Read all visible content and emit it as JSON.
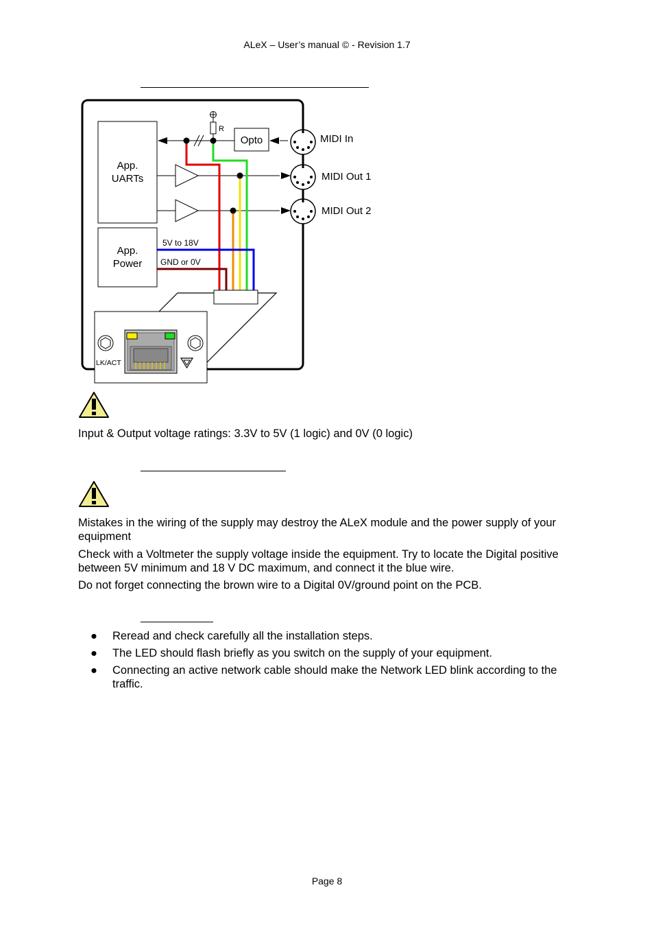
{
  "header": {
    "text": "ALeX – User’s manual © -  Revision 1.7"
  },
  "diagram": {
    "app_uarts": [
      "App.",
      "UARTs"
    ],
    "app_power": [
      "App.",
      "Power"
    ],
    "opto": "Opto",
    "resistor": "R",
    "midi_in": "MIDI In",
    "midi_out_1": "MIDI Out 1",
    "midi_out_2": "MIDI Out 2",
    "supply_label": "5V to 18V",
    "ground_label": "GND or 0V",
    "lk_act": "LK/ACT",
    "colors": {
      "blue": "#0000ee",
      "brown": "#7a0000",
      "red": "#e00000",
      "orange": "#f28c00",
      "yellow": "#f0e000",
      "green": "#22dd22"
    }
  },
  "section1": {
    "voltage_note": "Input & Output voltage ratings: 3.3V to 5V (1 logic) and 0V  (0 logic)"
  },
  "section2": {
    "para1": "Mistakes in the wiring of the supply may destroy the ALeX module and the power supply of your equipment",
    "para2": "Check with a Voltmeter the supply voltage inside the equipment. Try to locate the Digital positive between 5V minimum and 18 V DC maximum, and connect it the blue wire.",
    "para3": "Do not forget connecting the brown wire to a Digital 0V/ground point on the PCB."
  },
  "section3": {
    "bullet_symbol": "●",
    "items": [
      "Reread and check carefully all the installation steps.",
      "The LED should flash briefly as you switch on the supply of your equipment.",
      "Connecting an active network cable should make the Network LED blink according to the traffic."
    ]
  },
  "footer": {
    "text": "Page 8"
  }
}
